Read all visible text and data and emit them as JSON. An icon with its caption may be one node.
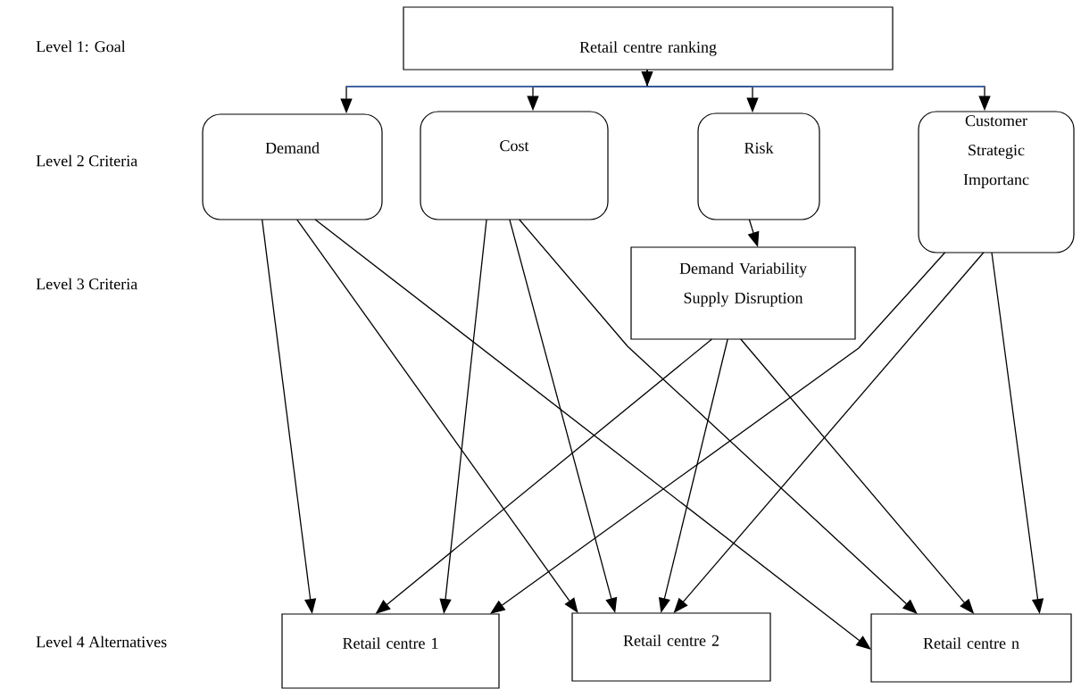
{
  "diagram": {
    "nodes": [
      {
        "text": [
          "Retail centre ranking"
        ]
      },
      {
        "text": [
          "Demand"
        ]
      },
      {
        "text": [
          "Cost"
        ]
      },
      {
        "text": [
          "Risk"
        ]
      },
      {
        "text": [
          "Customer Strategic Importanc"
        ]
      },
      {
        "text": [
          "Demand Variability Supply Disruption"
        ]
      },
      {
        "text": [
          "Retail centre 1"
        ]
      },
      {
        "text": [
          "Retail centre 2"
        ]
      },
      {
        "text": [
          "Retail centre n"
        ]
      }
    ],
    "edges": [
      {
        "from": 0,
        "to": 1,
        "arrow": "to",
        "color": "#4472c4"
      },
      {
        "from": 0,
        "to": 2,
        "arrow": "to",
        "color": "#4472c4"
      },
      {
        "from": 0,
        "to": 3,
        "arrow": "to",
        "color": "#4472c4"
      },
      {
        "from": 0,
        "to": 4,
        "arrow": "to",
        "color": "#4472c4"
      },
      {
        "from": 1,
        "to": 6,
        "arrow": "to"
      },
      {
        "from": 1,
        "to": 7,
        "arrow": "to"
      },
      {
        "from": 1,
        "to": 8,
        "arrow": "to"
      },
      {
        "from": 2,
        "to": 6,
        "arrow": "to"
      },
      {
        "from": 2,
        "to": 7,
        "arrow": "to"
      },
      {
        "from": 2,
        "to": 8,
        "arrow": "to"
      },
      {
        "from": 3,
        "to": 5,
        "arrow": "to"
      },
      {
        "from": 5,
        "to": 6,
        "arrow": "to"
      },
      {
        "from": 5,
        "to": 7,
        "arrow": "to"
      },
      {
        "from": 5,
        "to": 8,
        "arrow": "to"
      },
      {
        "from": 4,
        "to": 6,
        "arrow": "to"
      },
      {
        "from": 4,
        "to": 7,
        "arrow": "to"
      },
      {
        "from": 4,
        "to": 8,
        "arrow": "to"
      }
    ],
    "labels": [
      "Level 1: Goal",
      "Level 2 Criteria",
      "Level 3 Criteria",
      "Level 4 Alternatives"
    ]
  }
}
